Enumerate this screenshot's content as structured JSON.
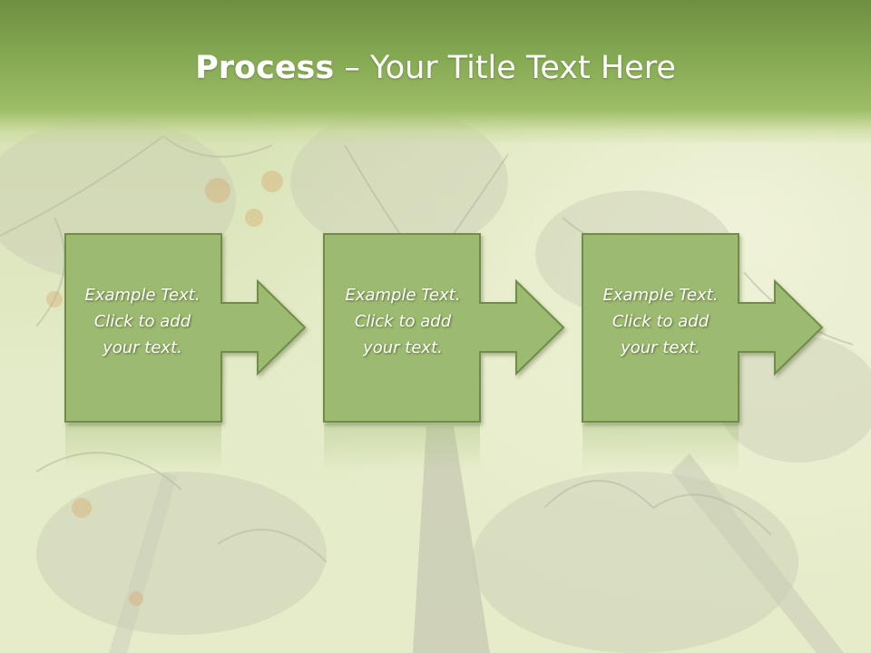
{
  "slide": {
    "title_bold": "Process",
    "title_rest": " – Your Title Text Here"
  },
  "steps": [
    {
      "lines": [
        "Example Text.",
        "Click  to add",
        "your text."
      ]
    },
    {
      "lines": [
        "Example Text.",
        "Click  to add",
        "your text."
      ]
    },
    {
      "lines": [
        "Example Text.",
        "Click  to add",
        "your text."
      ]
    }
  ],
  "colors": {
    "header": "#84a852",
    "box_fill": "#9cba70",
    "box_border": "#6f8c4a",
    "text": "#ffffff"
  }
}
